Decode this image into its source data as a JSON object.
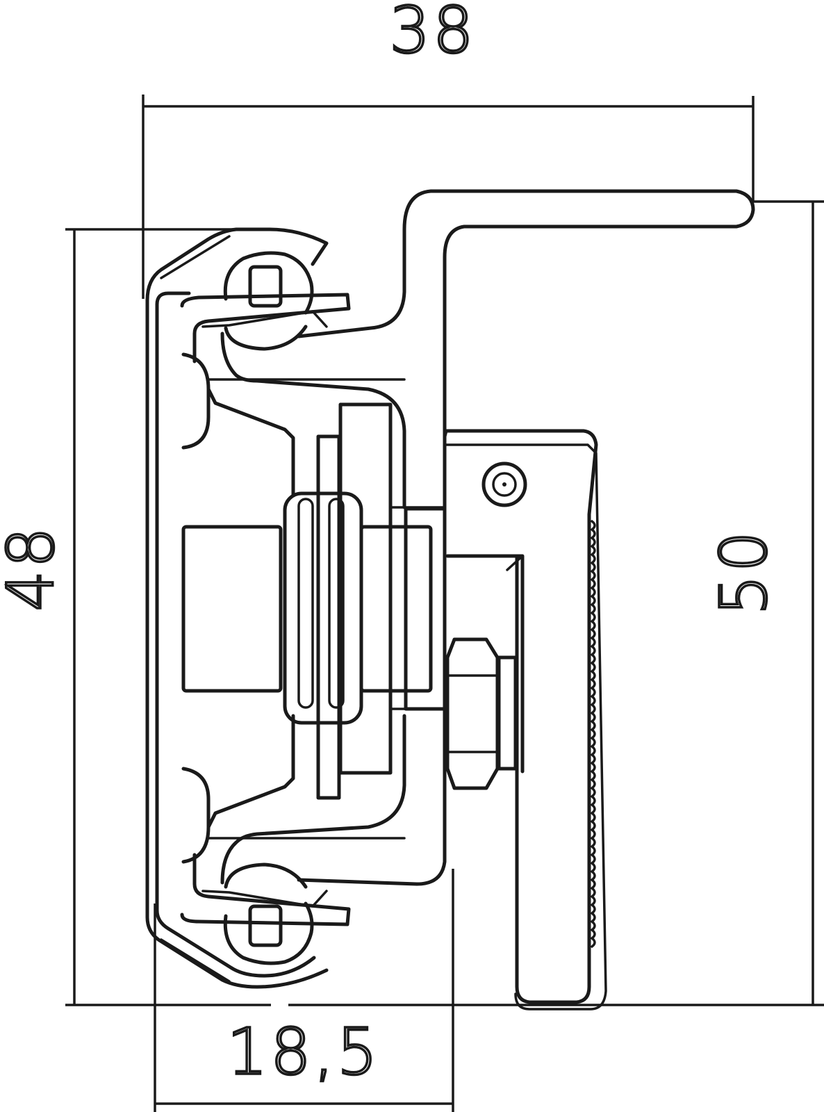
{
  "dimensions": {
    "width_top": "38",
    "height_left": "48",
    "height_right": "50",
    "width_bottom": "18,5"
  },
  "colors": {
    "line": "#1a1a1a",
    "background": "#ffffff"
  }
}
